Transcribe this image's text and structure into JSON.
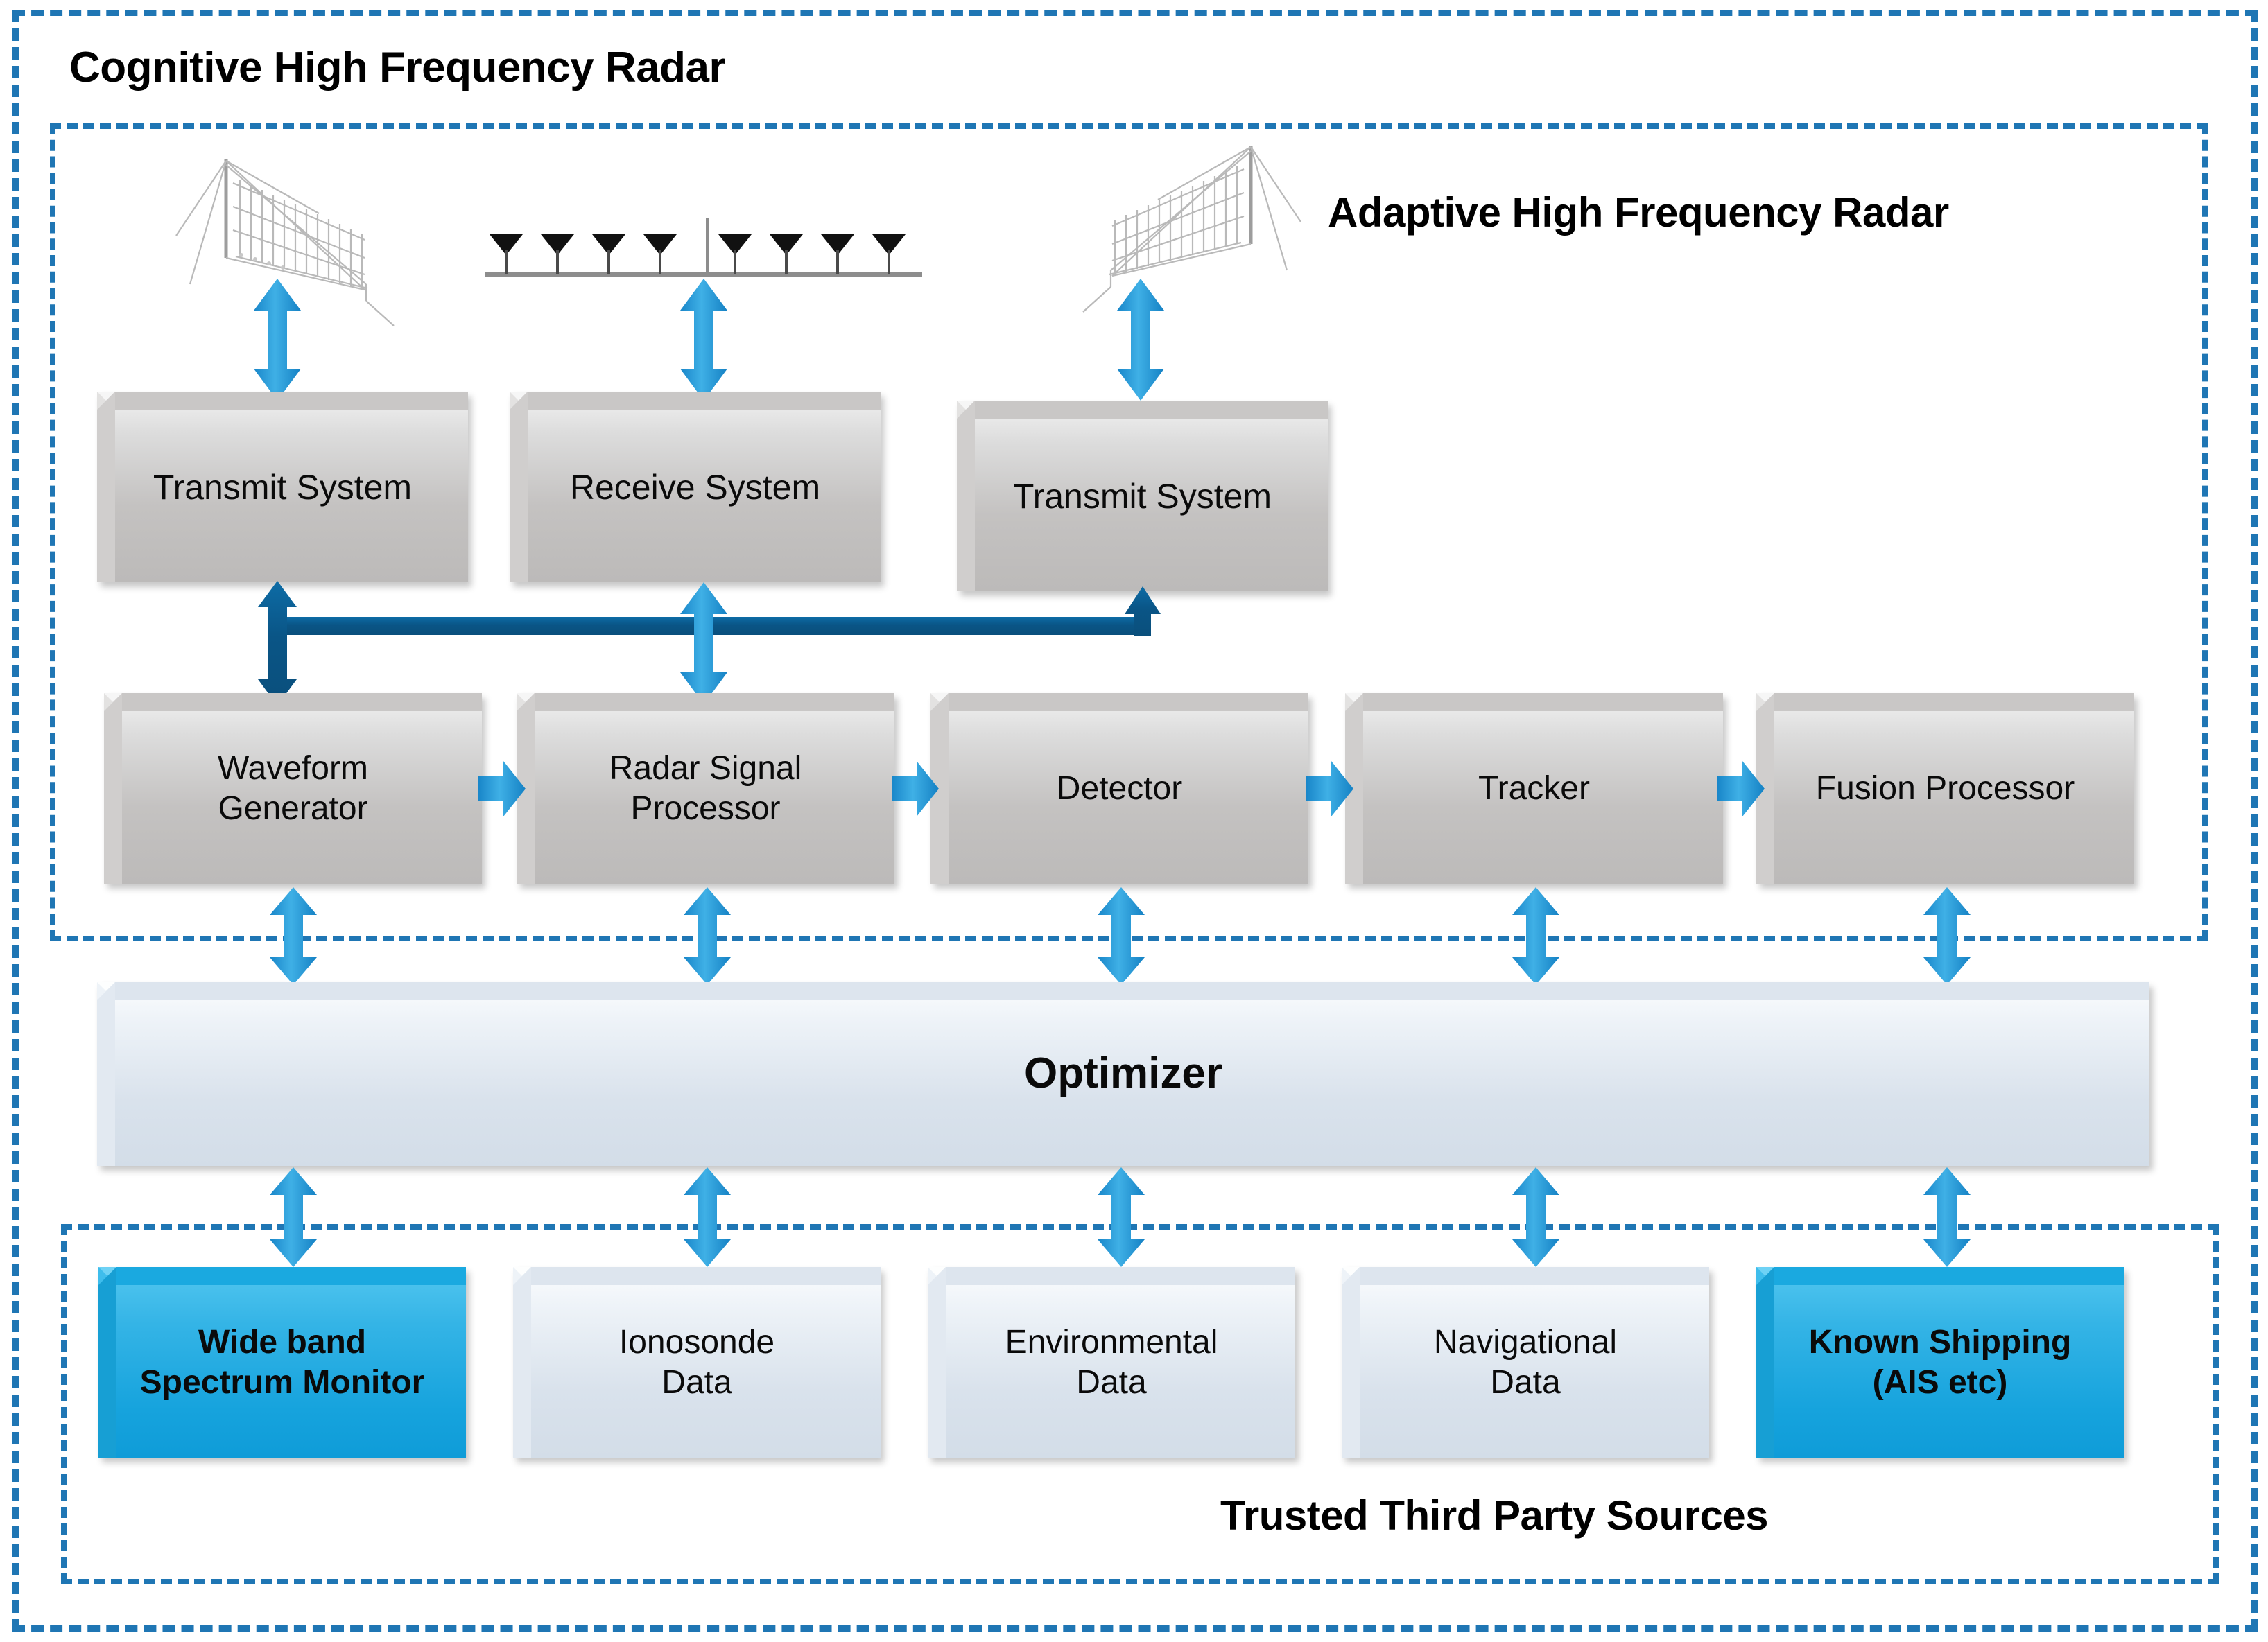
{
  "frames": {
    "outer_label": "Cognitive High Frequency Radar",
    "adaptive_label": "Adaptive High Frequency Radar",
    "trusted_label": "Trusted Third Party Sources"
  },
  "colors": {
    "dashed_border": "#1F76B4",
    "arrow_light_blue": "#2196D3",
    "arrow_dark_navy": "#0B5C92",
    "box_grey": "#C4C2C1",
    "box_pale_blue": "#D9E2EC",
    "box_bright_blue": "#16A3DD",
    "text": "#0A0A0A"
  },
  "front_end": {
    "blocks": [
      {
        "label": "Transmit System"
      },
      {
        "label": "Receive System"
      },
      {
        "label": "Transmit System"
      }
    ],
    "antennas": [
      {
        "name": "curtain-antenna-left"
      },
      {
        "name": "receive-array-antenna"
      },
      {
        "name": "curtain-antenna-right"
      }
    ]
  },
  "processing_chain": {
    "blocks": [
      {
        "label_line1": "Waveform",
        "label_line2": "Generator"
      },
      {
        "label_line1": "Radar Signal",
        "label_line2": "Processor"
      },
      {
        "label_line1": "Detector",
        "label_line2": ""
      },
      {
        "label_line1": "Tracker",
        "label_line2": ""
      },
      {
        "label_line1": "Fusion Processor",
        "label_line2": ""
      }
    ]
  },
  "optimizer": {
    "label": "Optimizer"
  },
  "sources": {
    "blocks": [
      {
        "label_line1": "Wide band",
        "label_line2": "Spectrum Monitor",
        "style": "cyan"
      },
      {
        "label_line1": "Ionosonde",
        "label_line2": "Data",
        "style": "pale"
      },
      {
        "label_line1": "Environmental",
        "label_line2": "Data",
        "style": "pale"
      },
      {
        "label_line1": "Navigational",
        "label_line2": "Data",
        "style": "pale"
      },
      {
        "label_line1": "Known Shipping",
        "label_line2": "(AIS etc)",
        "style": "cyan"
      }
    ]
  }
}
